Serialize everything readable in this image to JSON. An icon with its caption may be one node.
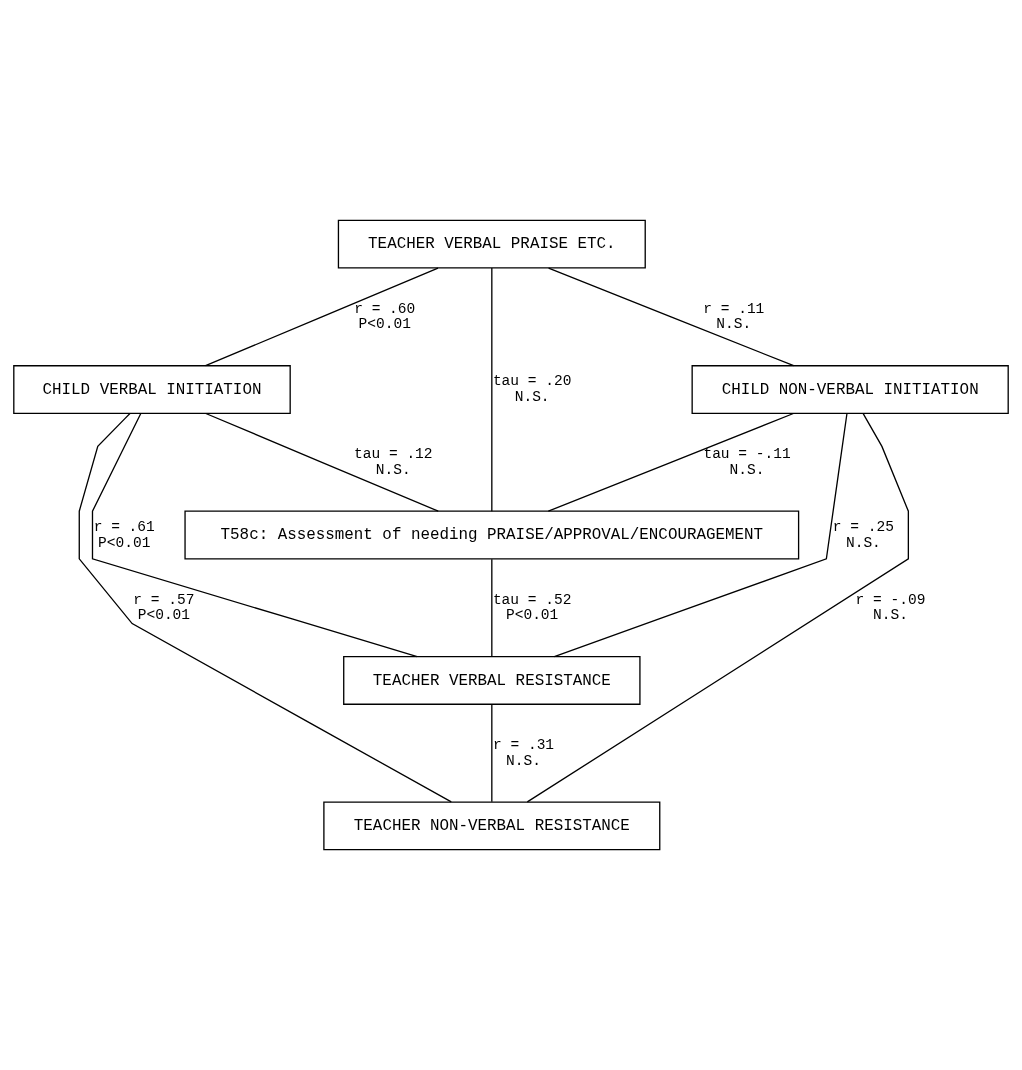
{
  "diagram": {
    "nodes": [
      {
        "text": [
          "TEACHER VERBAL PRAISE ETC."
        ]
      },
      {
        "text": [
          "CHILD VERBAL INITIATION"
        ]
      },
      {
        "text": [
          "CHILD NON-VERBAL INITIATION"
        ]
      },
      {
        "text": [
          "T58c: Assessment of needing PRAISE/APPROVAL/ENCOURAGEMENT"
        ]
      },
      {
        "text": [
          "TEACHER VERBAL RESISTANCE"
        ]
      },
      {
        "text": [
          "TEACHER NON-VERBAL RESISTANCE"
        ]
      }
    ],
    "edges": [
      {
        "from": 0,
        "to": 1,
        "arrow": "none",
        "label": "r = .60 P<0.01"
      },
      {
        "from": 0,
        "to": 3,
        "arrow": "none",
        "label": "tau = .20 N.S."
      },
      {
        "from": 0,
        "to": 2,
        "arrow": "none",
        "label": "r = .11 N.S."
      },
      {
        "from": 1,
        "to": 3,
        "arrow": "none",
        "label": "tau = .12 N.S."
      },
      {
        "from": 2,
        "to": 3,
        "arrow": "none",
        "label": "tau = -.11 N.S."
      },
      {
        "from": 1,
        "to": 4,
        "arrow": "none",
        "label": "r = .61 P<0.01"
      },
      {
        "from": 2,
        "to": 4,
        "arrow": "none",
        "label": "r = .25 N.S."
      },
      {
        "from": 3,
        "to": 4,
        "arrow": "none",
        "label": "tau = .52 P<0.01"
      },
      {
        "from": 1,
        "to": 5,
        "arrow": "none",
        "label": "r = .57 P<0.01"
      },
      {
        "from": 4,
        "to": 5,
        "arrow": "none",
        "label": "r = .31 N.S."
      },
      {
        "from": 2,
        "to": 5,
        "arrow": "none",
        "label": "r = -.09 N.S."
      }
    ]
  }
}
